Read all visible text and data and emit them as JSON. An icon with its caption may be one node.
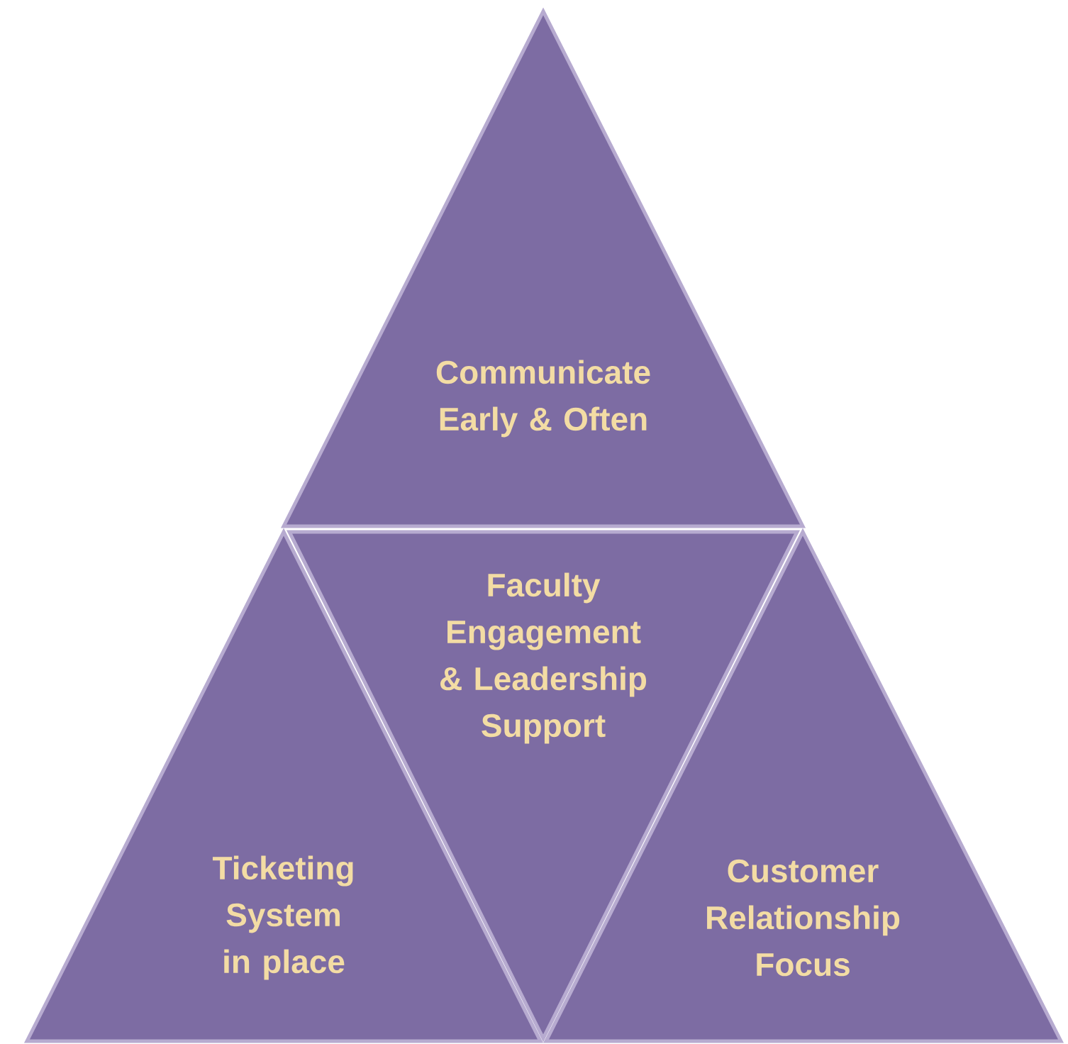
{
  "diagram": {
    "nodes": [
      {
        "text": [
          "Communicate Early & Often"
        ]
      },
      {
        "text": [
          "Faculty Engagement & Leadership Support"
        ]
      },
      {
        "text": [
          "Ticketing System in place"
        ]
      },
      {
        "text": [
          "Customer Relationship Focus"
        ]
      }
    ]
  }
}
